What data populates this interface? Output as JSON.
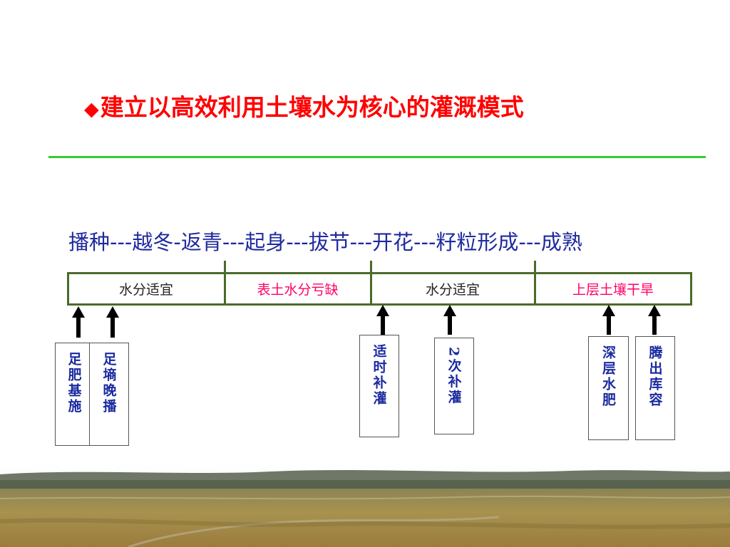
{
  "title": {
    "bullet": "◆",
    "text": "建立以高效利用土壤水为核心的灌溉模式"
  },
  "stages_line": "播种---越冬-返青---起身---拔节---开花---籽粒形成---成熟",
  "segments": [
    {
      "label": "水分适宜",
      "color": "#222222"
    },
    {
      "label": "表土水分亏缺",
      "color": "#ff0066"
    },
    {
      "label": "水分适宜",
      "color": "#222222"
    },
    {
      "label": "上层土壤干旱",
      "color": "#ff0066"
    }
  ],
  "boxes": [
    {
      "label": "足肥基施"
    },
    {
      "label": "足墒晚播"
    },
    {
      "label": "适时补灌"
    },
    {
      "label": "2次补灌"
    },
    {
      "label": "深层水肥"
    },
    {
      "label": "腾出库容"
    }
  ],
  "colors": {
    "title": "#ff0000",
    "rule": "#33cc33",
    "stages": "#1f2a9e",
    "bar_border": "#4a6b2a",
    "box_text": "#1a2a9e",
    "warning": "#ff0066"
  }
}
